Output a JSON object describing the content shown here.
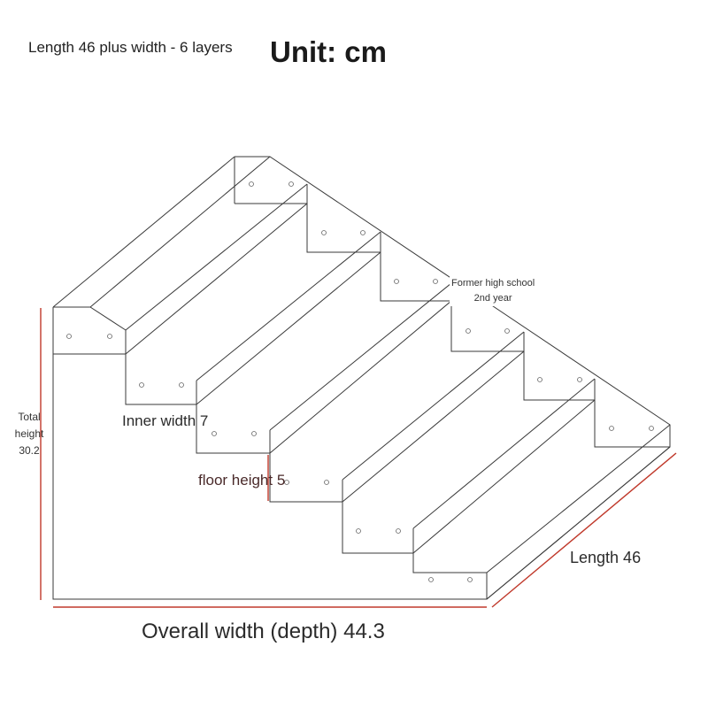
{
  "header": {
    "subtitle": "Length 46 plus width - 6 layers",
    "unit": "Unit: cm"
  },
  "annotations": {
    "note_line1": "Former high school",
    "note_line2": "2nd year",
    "total_height_line1": "Total",
    "total_height_line2": "height",
    "total_height_value": "30.2",
    "inner_width": "Inner width 7",
    "floor_height": "floor height 5",
    "length": "Length 46",
    "overall_width": "Overall width (depth) 44.3"
  },
  "colors": {
    "line": "#3a3a3a",
    "dimension_line": "#c0392b",
    "background": "#ffffff"
  }
}
